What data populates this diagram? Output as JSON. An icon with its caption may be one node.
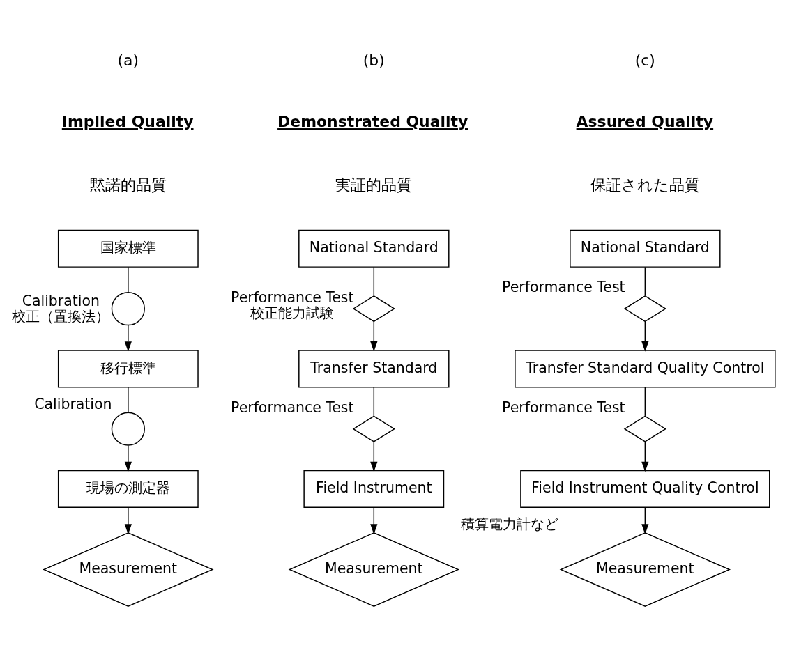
{
  "diagram": {
    "nodes": [
      {
        "text": [
          "国家標準"
        ]
      },
      {
        "text": [],
        "shape": "circle",
        "beside": [
          "Calibration",
          "校正（置換法）"
        ]
      },
      {
        "text": [
          "移行標準"
        ]
      },
      {
        "text": [],
        "shape": "circle",
        "beside": [
          "Calibration"
        ]
      },
      {
        "text": [
          "現場の測定器"
        ]
      },
      {
        "text": [
          "Measurement"
        ]
      },
      {
        "text": [
          "National Standard"
        ]
      },
      {
        "text": [],
        "shape": "diamond",
        "beside": [
          "Performance Test",
          "校正能力試験"
        ]
      },
      {
        "text": [
          "Transfer Standard"
        ]
      },
      {
        "text": [],
        "shape": "diamond",
        "beside": [
          "Performance Test"
        ]
      },
      {
        "text": [
          "Field Instrument"
        ]
      },
      {
        "text": [
          "Measurement"
        ]
      },
      {
        "text": [
          "National Standard"
        ]
      },
      {
        "text": [],
        "shape": "diamond",
        "beside": [
          "Performance Test"
        ]
      },
      {
        "text": [
          "Transfer Standard Quality Control"
        ]
      },
      {
        "text": [],
        "shape": "diamond",
        "beside": [
          "Performance Test"
        ]
      },
      {
        "text": [
          "Field Instrument Quality Control"
        ]
      },
      {
        "text": [
          "Measurement"
        ],
        "beside": [
          "積算電力計など"
        ]
      }
    ],
    "edges": [
      {
        "from": 0,
        "to": 1,
        "arrow": "none"
      },
      {
        "from": 1,
        "to": 2,
        "arrow": "to"
      },
      {
        "from": 2,
        "to": 3,
        "arrow": "none"
      },
      {
        "from": 3,
        "to": 4,
        "arrow": "to"
      },
      {
        "from": 4,
        "to": 5,
        "arrow": "to"
      },
      {
        "from": 6,
        "to": 7,
        "arrow": "none"
      },
      {
        "from": 7,
        "to": 8,
        "arrow": "to"
      },
      {
        "from": 8,
        "to": 9,
        "arrow": "none"
      },
      {
        "from": 9,
        "to": 10,
        "arrow": "to"
      },
      {
        "from": 10,
        "to": 11,
        "arrow": "to"
      },
      {
        "from": 12,
        "to": 13,
        "arrow": "none"
      },
      {
        "from": 13,
        "to": 14,
        "arrow": "to"
      },
      {
        "from": 14,
        "to": 15,
        "arrow": "none"
      },
      {
        "from": 15,
        "to": 16,
        "arrow": "to"
      },
      {
        "from": 16,
        "to": 17,
        "arrow": "to"
      }
    ],
    "labels": [
      "(a)",
      "Implied Quality",
      "黙諾的品質",
      "(b)",
      "Demonstrated Quality",
      "実証的品質",
      "(c)",
      "Assured Quality",
      "保証された品質"
    ]
  }
}
